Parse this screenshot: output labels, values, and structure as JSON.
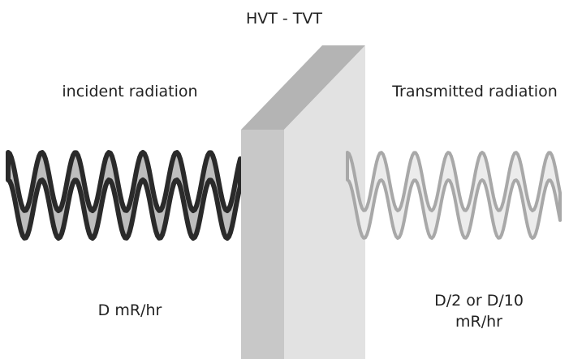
{
  "title": "HVT - TVT",
  "incident": {
    "label": "incident radiation",
    "value": "D mR/hr"
  },
  "transmitted": {
    "label": "Transmitted radiation",
    "value_line1": "D/2 or D/10",
    "value_line2": "mR/hr"
  },
  "colors": {
    "incident_wave_stroke": "#2a2a2a",
    "incident_wave_fill": "#bdbdbd",
    "transmitted_wave_stroke": "#a8a8a8",
    "transmitted_wave_fill": "#ececec",
    "barrier_front": "#e2e2e2",
    "barrier_side": "#c8c8c8",
    "barrier_top": "#b4b4b4"
  }
}
